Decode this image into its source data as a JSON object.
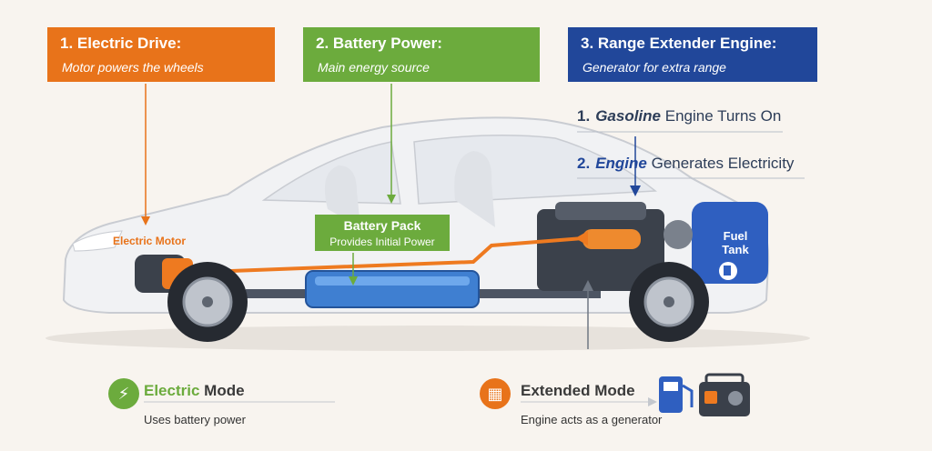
{
  "callouts": {
    "drive": {
      "title": "1. Electric Drive:",
      "subtitle": "Motor powers the wheels"
    },
    "battery": {
      "title": "2. Battery Power:",
      "subtitle": "Main energy source"
    },
    "range": {
      "title": "3. Range Extender Engine:",
      "subtitle": "Generator for extra range"
    }
  },
  "steps": [
    {
      "num": "1.",
      "keyword": "Gasoline",
      "rest": "Engine Turns On"
    },
    {
      "num": "2.",
      "keyword": "Engine",
      "rest": "Generates Electricity"
    }
  ],
  "labels": {
    "motor": "Electric Motor",
    "battery_title": "Battery Pack",
    "battery_sub": "Provides Initial Power",
    "fuel_line1": "Fuel",
    "fuel_line2": "Tank"
  },
  "modes": {
    "electric": {
      "accent": "Electric",
      "rest": "Mode",
      "desc": "Uses battery power"
    },
    "extended": {
      "name": "Extended Mode",
      "desc": "Engine acts as a generator"
    }
  },
  "colors": {
    "orange": "#e8731a",
    "green": "#6cab3d",
    "blue": "#21479a",
    "background": "#f8f4ef"
  },
  "icons": [
    "lightning-bolt-icon",
    "fuel-pump-icon",
    "generator-icon"
  ]
}
